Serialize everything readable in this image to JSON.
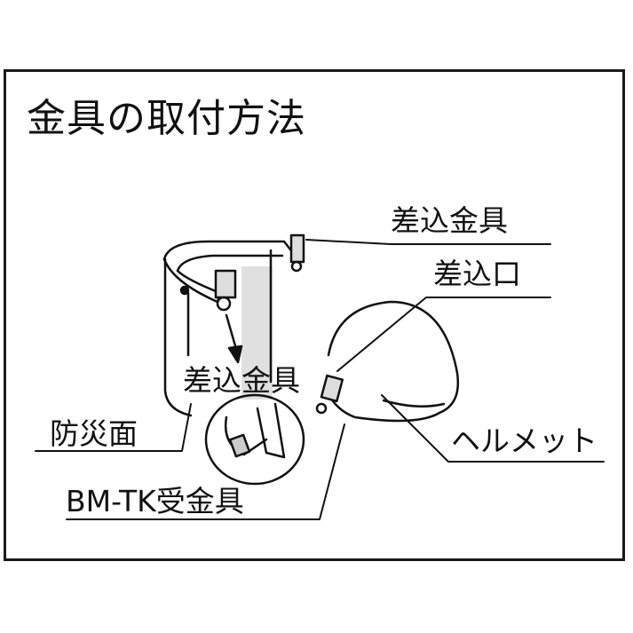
{
  "title": "金具の取付方法",
  "labels": {
    "insert_fitting_top": "差込金具",
    "insert_slot": "差込口",
    "insert_fitting_center": "差込金具",
    "face_shield": "防災面",
    "receiver_fitting": "BM-TK受金具",
    "helmet": "ヘルメット"
  },
  "colors": {
    "line": "#111111",
    "shade": "#d9d9d9",
    "border": "#1a1a1a"
  }
}
